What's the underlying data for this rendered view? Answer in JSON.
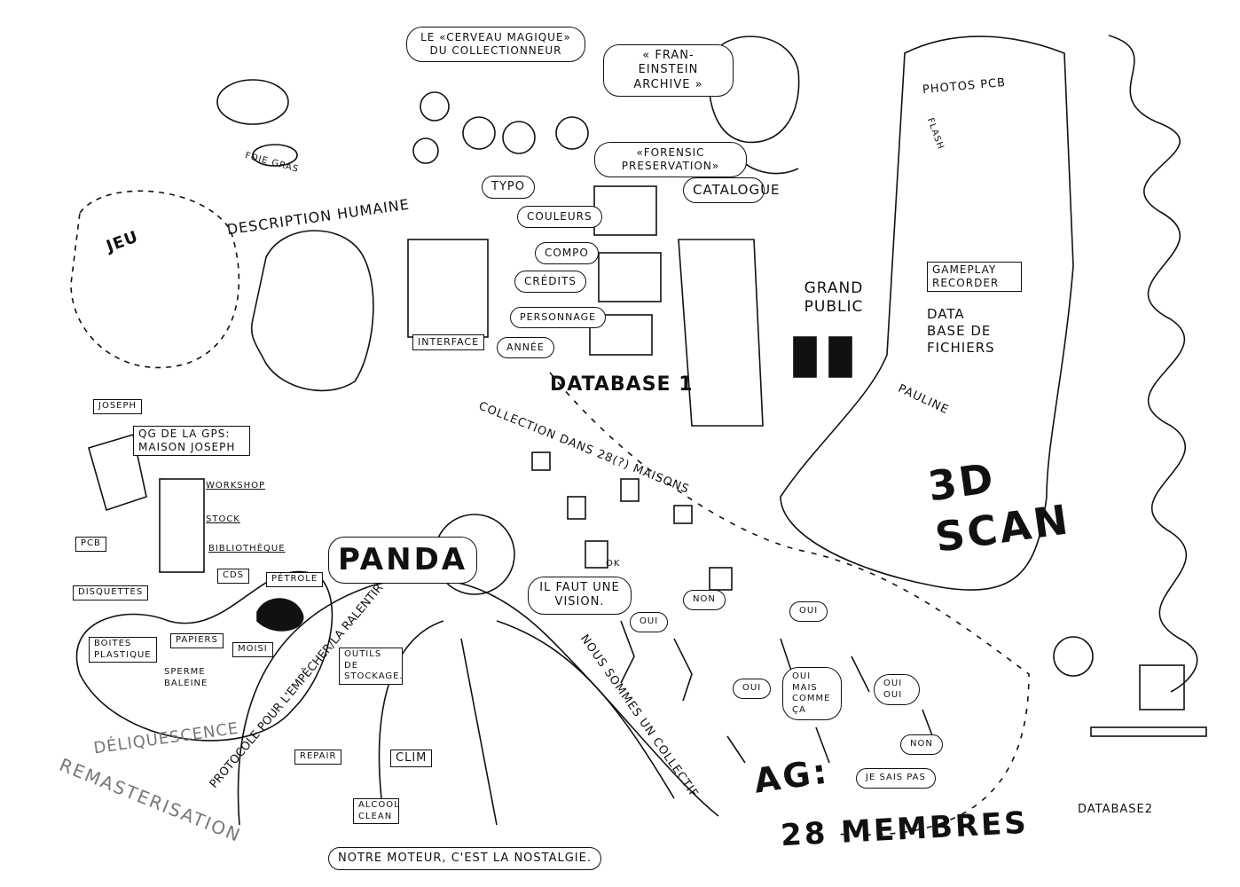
{
  "top_left": {
    "foie_gras": "FOIE GRAS",
    "jeu": "JEU",
    "description": "DESCRIPTION HUMAINE"
  },
  "brain": {
    "title": "LE «CERVEAU MAGIQUE» DU COLLECTIONNEUR",
    "franeinstein": "« FRAN-EINSTEIN ARCHIVE »",
    "forensic": "«FORENSIC PRESERVATION»"
  },
  "fields": [
    "TYPO",
    "COULEURS",
    "COMPO",
    "CRÉDITS",
    "PERSONNAGE",
    "ANNÉE"
  ],
  "interface": "INTERFACE",
  "catalogue": "CATALOGUE",
  "grand_public": "GRAND PUBLIC",
  "database1": "DATABASE 1",
  "collection": "COLLECTION DANS 28(?) MAISONS",
  "right_panel": {
    "photos_pcb": "PHOTOS PCB",
    "flash": "FLASH",
    "gameplay": "GAMEPLAY RECORDER",
    "database_fichiers": "DATA BASE DE FICHIERS",
    "pauline": "PAULINE",
    "scan": "3D SCAN"
  },
  "joseph": {
    "name": "JOSEPH",
    "qg": "QG DE LA GPS: MAISON JOSEPH",
    "workshop": "WORKSHOP",
    "stock": "STOCK",
    "bibliotheque": "BIBLIOTHÈQUE"
  },
  "items": {
    "pcb": "PCB",
    "disquettes": "DISQUETTES",
    "cds": "CDS",
    "boites": "BOITES PLASTIQUE",
    "papiers": "PAPIERS",
    "petrole": "PÉTROLE",
    "moisi": "MOISI",
    "sperme": "SPERME BALEINE"
  },
  "deliquescence": "DÉLIQUESCENCE",
  "remasterisation": "REMASTERISATION",
  "panda": "PANDA",
  "vision": "IL FAUT UNE VISION.",
  "protocole": "PROTOCOLE POUR L'EMPÊCHER/LA RALENTIR",
  "tools": {
    "outils": "OUTILS DE STOCKAGE.",
    "repair": "REPAIR",
    "alcool": "ALCOOL CLEAN",
    "clim": "CLIM"
  },
  "collectif": "NOUS SOMMES UN COLLECTIF",
  "moteur": "NOTRE MOTEUR, C'EST LA NOSTALGIE.",
  "crowd": {
    "non1": "NON",
    "oui1": "OUI",
    "oui2": "OUI",
    "oui3": "OUI",
    "oui_mais": "OUI MAIS COMME ÇA",
    "oui_oui": "OUI OUI",
    "non2": "NON",
    "ok": "OK",
    "je_sais_pas": "JE SAIS PAS"
  },
  "ag": {
    "line1": "AG:",
    "line2": "28 MEMBRES"
  },
  "database2": "DATABASE2"
}
